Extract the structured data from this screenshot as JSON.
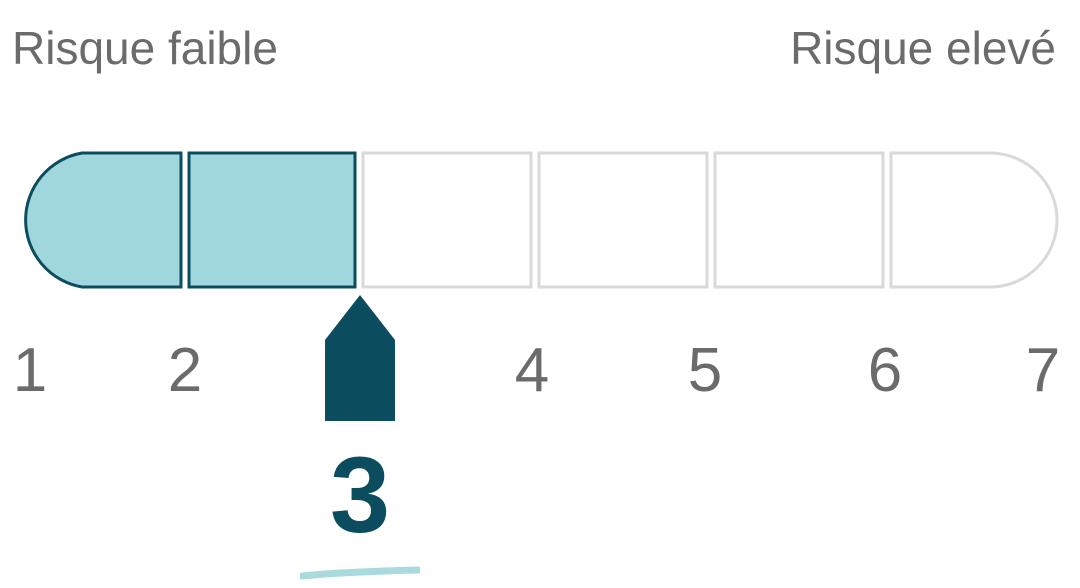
{
  "labels": {
    "low_risk": "Risque faible",
    "high_risk": "Risque elevé"
  },
  "scale": {
    "min": 1,
    "max": 7,
    "selected": 3,
    "ticks": [
      "1",
      "2",
      "4",
      "5",
      "6",
      "7"
    ],
    "selected_label": "3"
  },
  "colors": {
    "filled": "#9fd7dc",
    "filled_border": "#0b4c5f",
    "empty_border": "#d9d9d9",
    "accent": "#0b4c5f",
    "text": "#6b6b6b",
    "underline": "#a9dadd"
  },
  "icons": {
    "pointer": "arrow-up-marker-icon"
  }
}
